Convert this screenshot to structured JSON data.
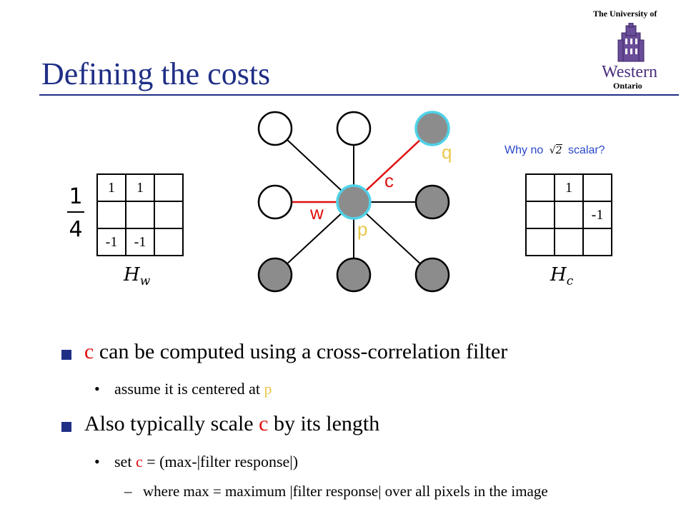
{
  "header": {
    "title": "Defining the costs",
    "university_top": "The University of",
    "university_name": "Western",
    "university_region": "Ontario"
  },
  "left_matrix": {
    "fraction_numerator": "1",
    "fraction_denominator": "4",
    "cells": [
      [
        "1",
        "1",
        ""
      ],
      [
        "",
        "",
        ""
      ],
      [
        "-1",
        "-1",
        ""
      ]
    ],
    "label": "H",
    "label_sub": "w"
  },
  "right_matrix": {
    "cells": [
      [
        "",
        "1",
        ""
      ],
      [
        "",
        "",
        "-1"
      ],
      [
        "",
        "",
        ""
      ]
    ],
    "label": "H",
    "label_sub": "c",
    "question_prefix": "Why no",
    "question_suffix": "scalar?",
    "sqrt_value": "2"
  },
  "diagram": {
    "label_q": "q",
    "label_c": "c",
    "label_w": "w",
    "label_p": "p",
    "colors": {
      "edge_default": "#000000",
      "edge_highlight": "#e01010",
      "node_filled": "#8c8c8c",
      "node_highlight_ring": "#4fd2e8"
    }
  },
  "bullets": [
    {
      "prefix": "c",
      "text": " can be computed using a cross-correlation filter"
    },
    {
      "text": "assume it is centered at ",
      "suffix": "p"
    },
    {
      "text": "Also typically scale ",
      "mid": "c",
      "text2": " by its length"
    },
    {
      "text": "set ",
      "mid": "c",
      "text2": " = (max-|filter response|)"
    },
    {
      "dash": "–",
      "text": "where max = maximum |filter response| over all pixels in the image"
    }
  ],
  "colors": {
    "title": "#1f2f86",
    "accent_red": "#e01010",
    "accent_yellow": "#e8c84d",
    "question_blue": "#2a48c8"
  }
}
